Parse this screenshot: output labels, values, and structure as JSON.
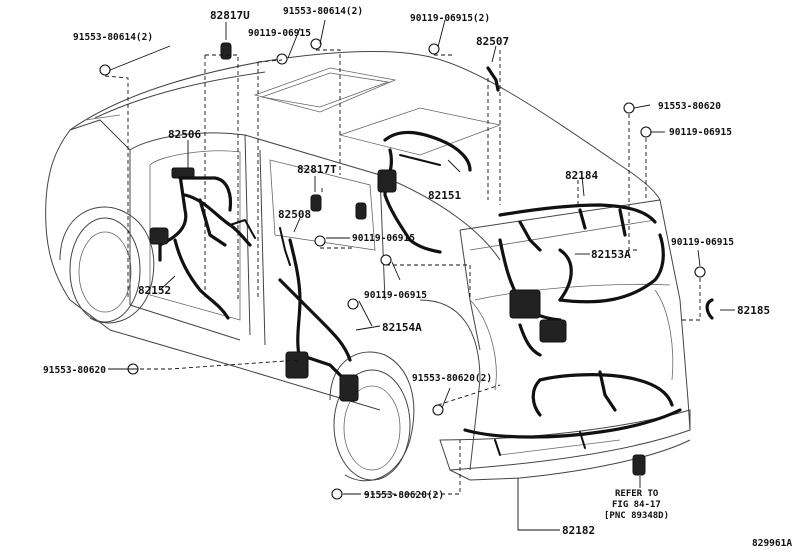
{
  "labels": {
    "p82817U": "82817U",
    "p91553_80614_2a": "91553-80614(2)",
    "p90119_06915_2": "90119-06915(2)",
    "p90119_06915_a": "90119-06915",
    "p91553_80614_2b": "91553-80614(2)",
    "p82507": "82507",
    "p91553_80620_a": "91553-80620",
    "p90119_06915_b": "90119-06915",
    "p82506": "82506",
    "p82817T": "82817T",
    "p82151": "82151",
    "p82184": "82184",
    "p82508": "82508",
    "p90119_06915_c": "90119-06915",
    "p82153A": "82153A",
    "p90119_06915_d": "90119-06915",
    "p82152": "82152",
    "p90119_06915_e": "90119-06915",
    "p82185": "82185",
    "p82154A": "82154A",
    "p91553_80620_b": "91553-80620",
    "p91553_80620_2a": "91553-80620(2)",
    "p91553_80620_2b": "91553-80620(2)",
    "p82182": "82182",
    "refer1": "REFER TO",
    "refer2": "FIG 84-17",
    "refer3": "[PNC 89348D)",
    "figure_id": "829961A"
  }
}
